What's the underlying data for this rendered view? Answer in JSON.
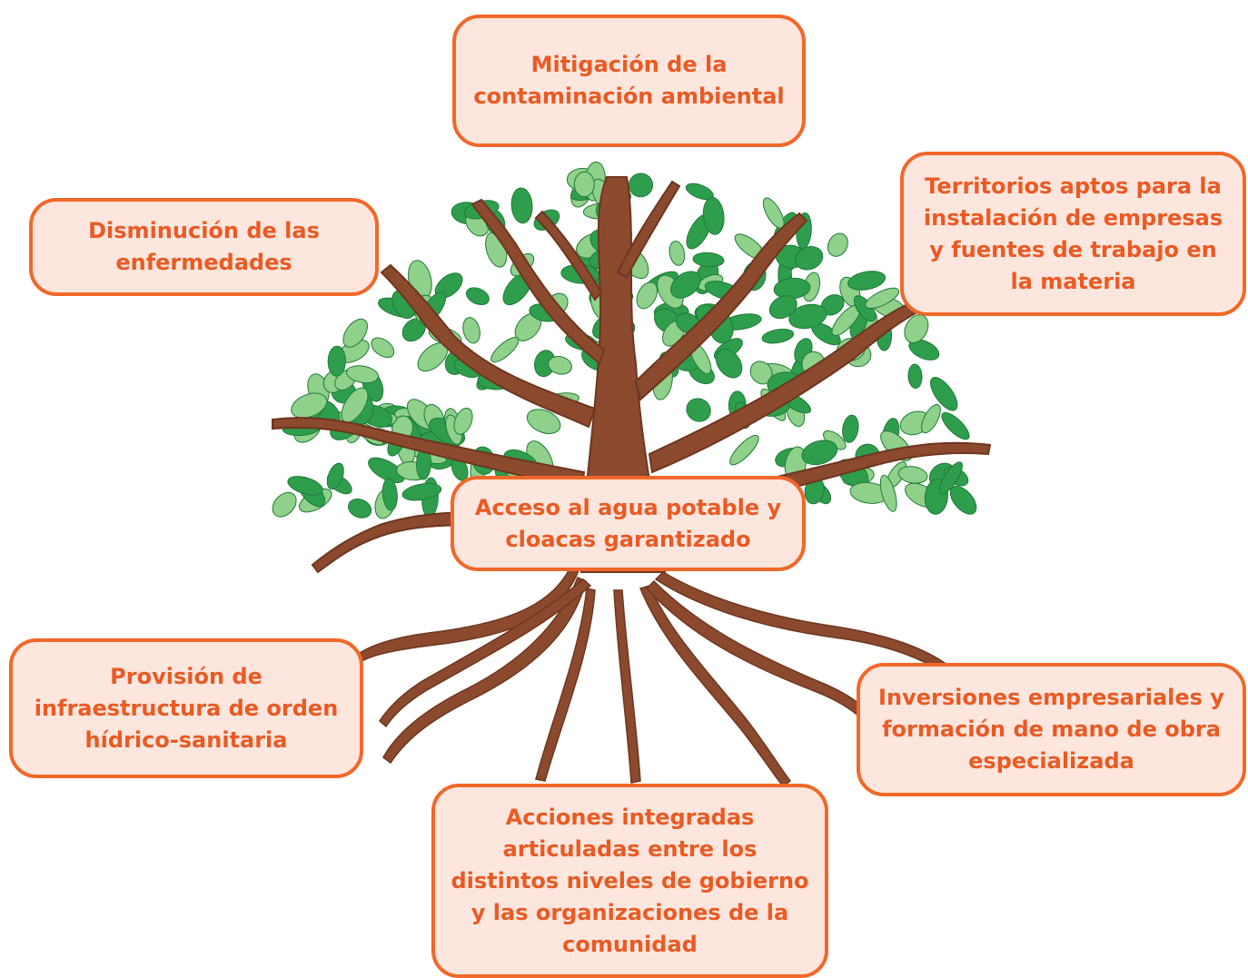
{
  "diagram": {
    "nodes": {
      "top": "Mitigación de la contaminación ambiental",
      "left": "Disminución de las enfermedades",
      "right": "Territorios aptos para la instalación de empresas y fuentes de trabajo en la materia",
      "center": "Acceso al agua potable y cloacas garantizado",
      "provision": "Provisión de infraestructura de orden hídrico-sanitaria",
      "inversiones": "Inversiones empresariales y formación de mano de obra especializada",
      "acciones": "Acciones integradas articuladas entre los distintos niveles de gobierno y las organizaciones de la comunidad"
    },
    "colors": {
      "box_border": "#f0682a",
      "box_fill": "#fde6dd",
      "text": "#ea5a24",
      "trunk": "#8b4a2e",
      "leaf_dark": "#2e9e4c",
      "leaf_light": "#8fd08a"
    },
    "illustration": "tree-with-roots"
  }
}
